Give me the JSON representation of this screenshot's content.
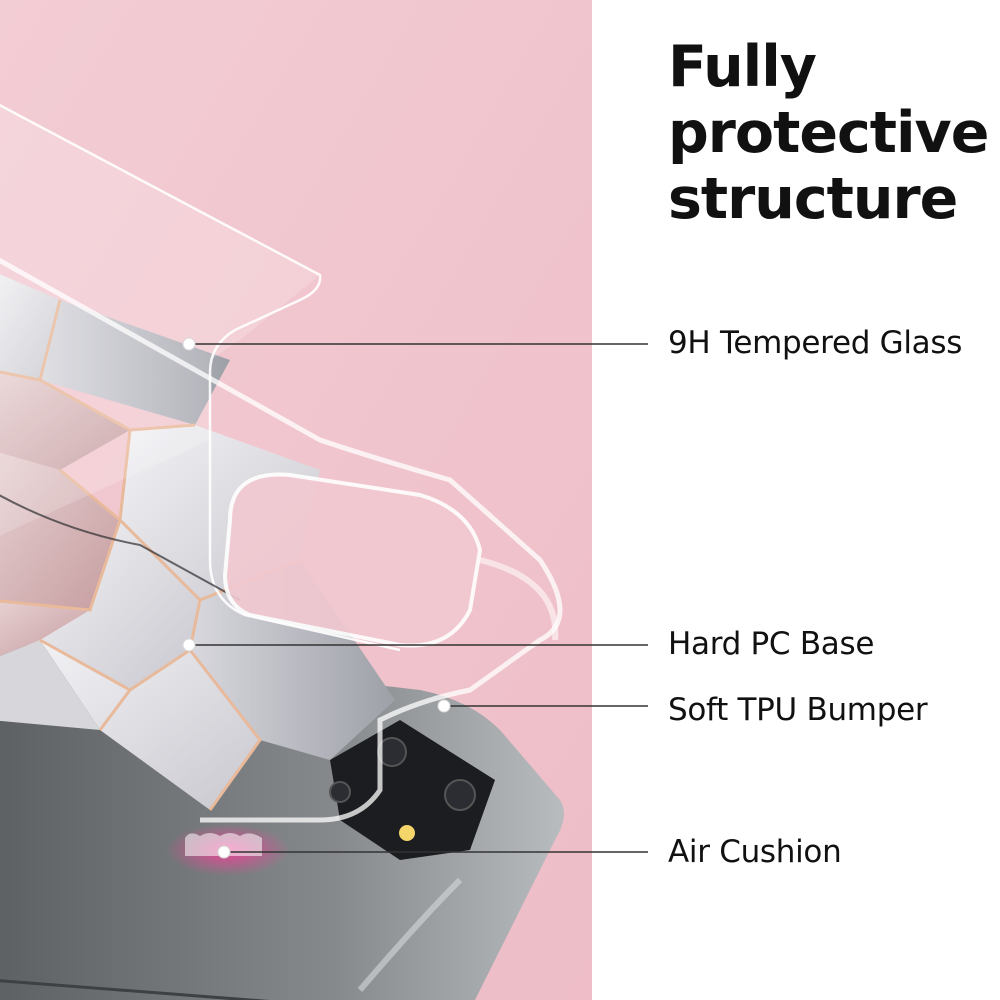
{
  "heading": {
    "line1": "Fully",
    "line2": "protective",
    "line3": "structure"
  },
  "callouts": [
    {
      "label": "9H Tempered Glass"
    },
    {
      "label": "Hard PC Base"
    },
    {
      "label": "Soft TPU Bumper"
    },
    {
      "label": "Air Cushion"
    }
  ],
  "colors": {
    "background_pink": "#f0c6ce",
    "phone_gray": "#7a7d80",
    "marble_white": "#e9e8ec",
    "marble_pink": "#d9a7a9",
    "rose_gold_lines": "#e8b99a",
    "text": "#111111",
    "leader_line": "#333333"
  },
  "icons": [
    "callout-dot-icon"
  ]
}
